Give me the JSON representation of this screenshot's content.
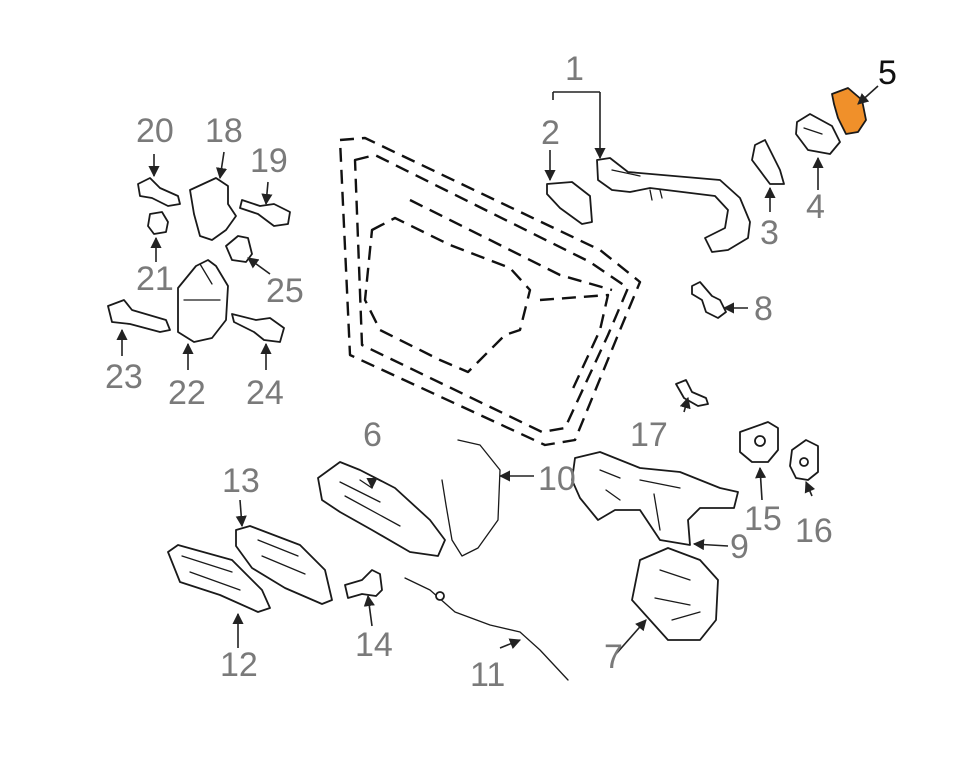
{
  "callouts": {
    "c1": "1",
    "c2": "2",
    "c3": "3",
    "c4": "4",
    "c5": "5",
    "c6": "6",
    "c7": "7",
    "c8": "8",
    "c9": "9",
    "c10": "10",
    "c11": "11",
    "c12": "12",
    "c13": "13",
    "c14": "14",
    "c15": "15",
    "c16": "16",
    "c17": "17",
    "c18": "18",
    "c19": "19",
    "c20": "20",
    "c21": "21",
    "c22": "22",
    "c23": "23",
    "c24": "24",
    "c25": "25"
  },
  "highlighted_part": "5",
  "colors": {
    "highlight": "#f0902a",
    "line": "#1a1a1a",
    "callout": "#7a7a7a",
    "callout_highlight": "#111111"
  }
}
